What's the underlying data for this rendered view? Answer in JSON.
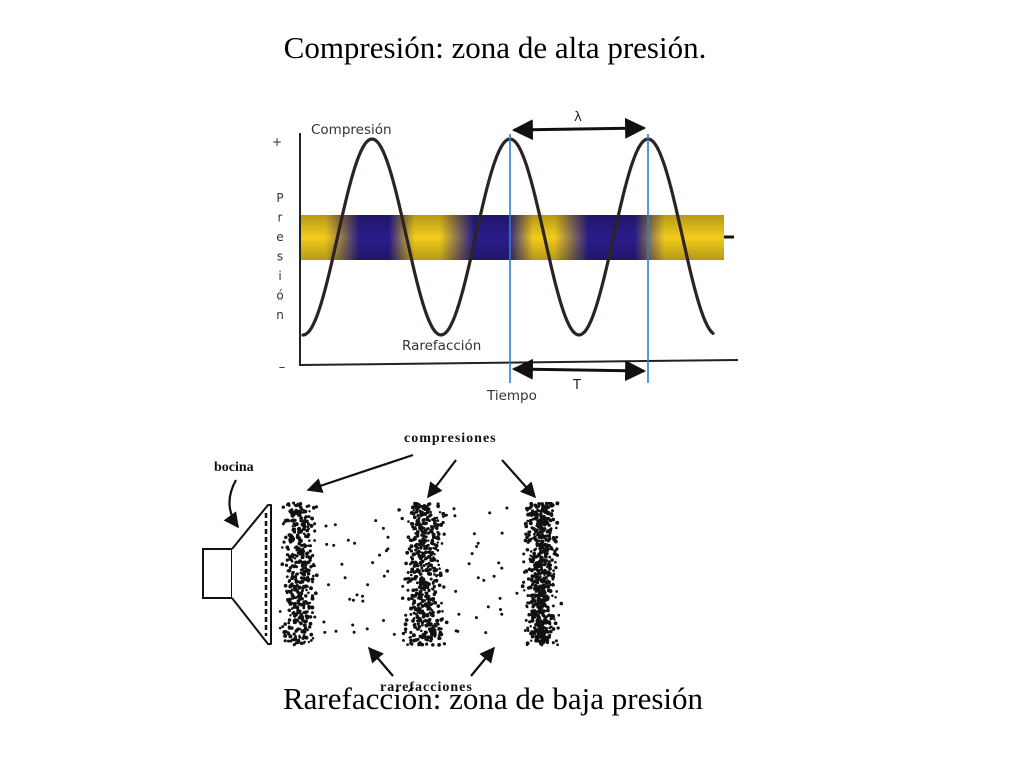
{
  "slide": {
    "title": "Compresión: zona de alta presión.",
    "caption": "Rarefacción: zona de baja presión"
  },
  "wave_graph": {
    "compression_label": "Compresión",
    "rarefaction_label": "Rarefacción",
    "y_axis_letters": [
      "P",
      "r",
      "e",
      "s",
      "i",
      "ó",
      "n"
    ],
    "y_plus": "+",
    "y_minus": "–",
    "x_axis_label": "Tiempo",
    "wavelength_symbol": "λ",
    "period_symbol": "T",
    "colors": {
      "band_high": "#f2cc1c",
      "band_low": "#2a1d8c",
      "wave": "#2b2421",
      "markers": "#2c7fd1"
    }
  },
  "speaker_diagram": {
    "source_label": "bocina",
    "compressions_label": "compresiones",
    "rarefactions_label": "rarefacciones"
  }
}
